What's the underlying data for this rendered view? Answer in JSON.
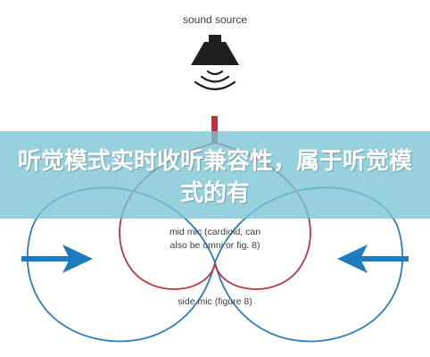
{
  "diagram": {
    "sound_source_label": "sound source",
    "mid_mic_label_line1": "mid mic (cardioid, can",
    "mid_mic_label_line2": "also be omni or fig. 8)",
    "side_mic_label": "side mic (figure 8)",
    "colors": {
      "speaker": "#1e1e1e",
      "arrow_red": "#cc2b3b",
      "arrow_blue": "#1d7bc0",
      "figure8_lobes": "#2a7db9",
      "cardioid": "#c0343f"
    }
  },
  "banner": {
    "text": "听觉模式实时收听兼容性，属于听觉模式的有"
  }
}
